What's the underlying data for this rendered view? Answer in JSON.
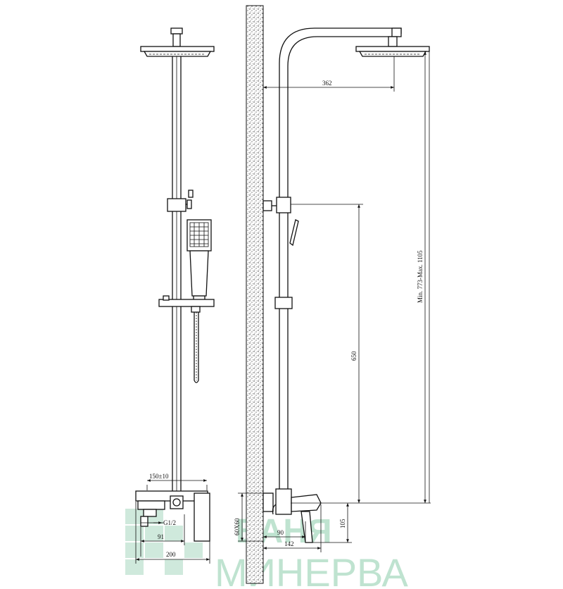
{
  "dimensions": {
    "arm_reach": "362",
    "total_height": "Min. 773-Max. 1105",
    "holder_height": "650",
    "valve_height": "105",
    "wall_to_spout": "90",
    "wall_to_lever": "142",
    "center_distance": "150±10",
    "thread": "G1/2",
    "inlet_offset": "91",
    "mixer_width": "200",
    "mount_plate": "60X60"
  },
  "watermark": {
    "line1": "БАНЯ",
    "line2": "МИНЕРВА",
    "color": "#bfe3d0"
  }
}
